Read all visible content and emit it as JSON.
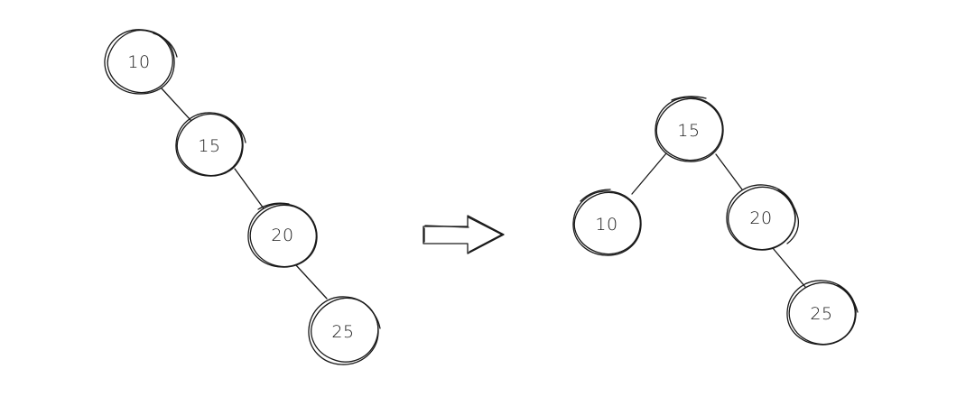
{
  "before_tree": {
    "nodes": [
      {
        "id": "b10",
        "label": "10"
      },
      {
        "id": "b15",
        "label": "15"
      },
      {
        "id": "b20",
        "label": "20"
      },
      {
        "id": "b25",
        "label": "25"
      }
    ],
    "edges": [
      [
        "b10",
        "b15"
      ],
      [
        "b15",
        "b20"
      ],
      [
        "b20",
        "b25"
      ]
    ]
  },
  "after_tree": {
    "nodes": [
      {
        "id": "a15",
        "label": "15"
      },
      {
        "id": "a10",
        "label": "10"
      },
      {
        "id": "a20",
        "label": "20"
      },
      {
        "id": "a25",
        "label": "25"
      }
    ],
    "edges": [
      [
        "a15",
        "a10"
      ],
      [
        "a15",
        "a20"
      ],
      [
        "a20",
        "a25"
      ]
    ]
  },
  "arrow": {
    "direction": "right"
  },
  "colors": {
    "stroke": "#1a1a1a",
    "background": "#ffffff"
  }
}
